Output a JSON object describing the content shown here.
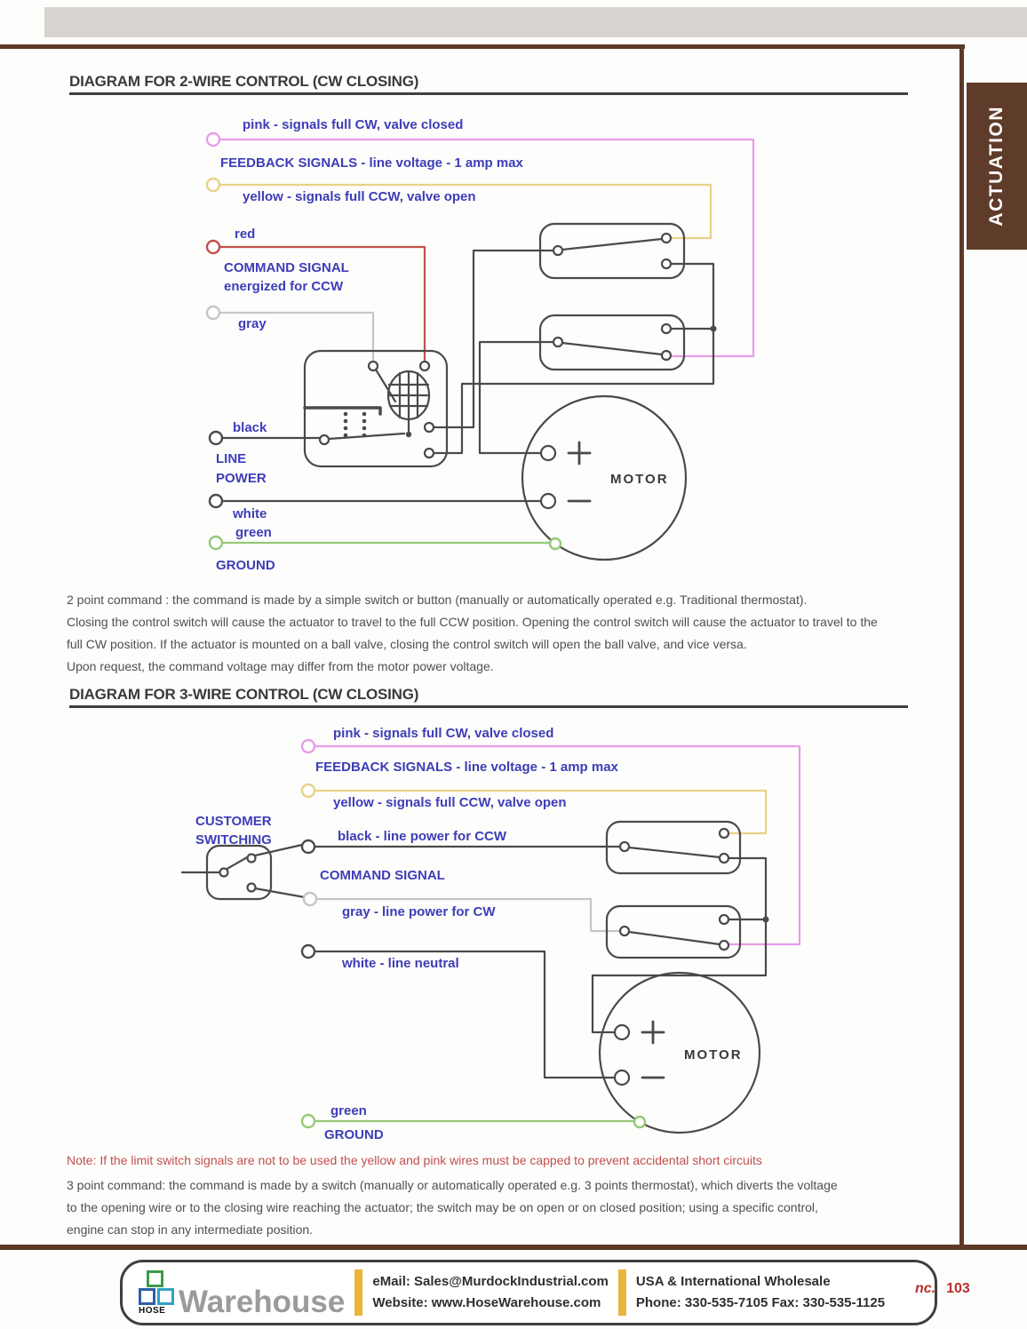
{
  "sidebar": {
    "tab": "ACTUATION"
  },
  "diagram1": {
    "title": "DIAGRAM FOR 2-WIRE CONTROL (CW CLOSING)",
    "wire_labels": {
      "pink": "pink - signals full CW, valve closed",
      "feedback": "FEEDBACK SIGNALS - line voltage - 1 amp max",
      "yellow": "yellow - signals full CCW, valve open",
      "red": "red",
      "command_line1": "COMMAND SIGNAL",
      "command_line2": "energized for CCW",
      "gray": "gray",
      "black": "black",
      "line_power_line1": "LINE",
      "line_power_line2": "POWER",
      "white": "white",
      "green": "green",
      "ground": "GROUND"
    },
    "motor_label": "MOTOR",
    "description": [
      "2 point command : the command is made by a simple switch or button (manually or automatically operated e.g. Traditional thermostat).",
      "Closing the control switch will cause the actuator to travel to the full CCW position. Opening the control switch will cause the actuator to travel to the",
      "full CW position.  If the actuator is mounted on a ball valve, closing the control switch will open the ball valve, and vice versa.",
      "Upon request, the command voltage may differ from the motor power voltage."
    ]
  },
  "diagram2": {
    "title": "DIAGRAM FOR 3-WIRE CONTROL (CW CLOSING)",
    "wire_labels": {
      "pink": "pink - signals full CW, valve closed",
      "feedback": "FEEDBACK SIGNALS - line voltage - 1 amp max",
      "yellow": "yellow - signals full CCW, valve open",
      "customer_line1": "CUSTOMER",
      "customer_line2": "SWITCHING",
      "black": "black - line power for CCW",
      "command": "COMMAND SIGNAL",
      "gray": "gray - line power for CW",
      "white": "white - line neutral",
      "green": "green",
      "ground": "GROUND"
    },
    "motor_label": "MOTOR",
    "note": "Note: If the limit switch signals are not to be used the yellow and pink wires must be capped to prevent accidental short circuits",
    "description": [
      "3 point command: the command is made by a switch (manually or automatically operated e.g. 3 points  thermostat), which diverts the voltage",
      "to the opening wire or to the closing wire reaching the actuator; the switch may be on open or on closed position; using a specific control,",
      "engine can stop in any intermediate position."
    ]
  },
  "footer": {
    "logo_hose": "HOSE",
    "logo_warehouse": "Warehouse",
    "email": "eMail: Sales@MurdockIndustrial.com",
    "website": "Website: www.HoseWarehouse.com",
    "wholesale": "USA & International Wholesale",
    "phone_fax": "Phone: 330-535-7105  Fax: 330-535-1125",
    "page_prefix": "nc.",
    "page_number": "103"
  },
  "colors": {
    "brown": "#5d3a28",
    "label_blue": "#3d3db8",
    "note_red": "#c0504d",
    "wire_pink": "#e79de7",
    "wire_yellow": "#e8d286",
    "wire_red": "#c0504d",
    "wire_gray": "#c6c6c6",
    "wire_green": "#94c977",
    "wire_black": "#4a4a4a"
  }
}
